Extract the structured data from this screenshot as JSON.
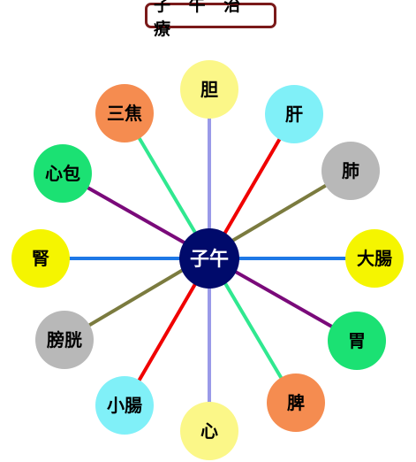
{
  "title": "子 午 治 療",
  "center": {
    "label": "子午",
    "color": "#000a6b"
  },
  "nodes": [
    {
      "id": "top",
      "label": "胆",
      "color": "#fbf788"
    },
    {
      "id": "top-right",
      "label": "肝",
      "color": "#80f0f8"
    },
    {
      "id": "right-upper",
      "label": "肺",
      "color": "#b8b8b8"
    },
    {
      "id": "right",
      "label": "大腸",
      "color": "#f5f500"
    },
    {
      "id": "right-lower",
      "label": "胃",
      "color": "#1be173"
    },
    {
      "id": "bottom-right",
      "label": "脾",
      "color": "#f58c50"
    },
    {
      "id": "bottom",
      "label": "心",
      "color": "#fbf788"
    },
    {
      "id": "bottom-left",
      "label": "小腸",
      "color": "#80f0f8"
    },
    {
      "id": "left-lower",
      "label": "膀胱",
      "color": "#b8b8b8"
    },
    {
      "id": "left",
      "label": "腎",
      "color": "#f5f500"
    },
    {
      "id": "left-upper",
      "label": "心包",
      "color": "#1be173"
    },
    {
      "id": "top-left",
      "label": "三焦",
      "color": "#f58c50"
    }
  ],
  "links": [
    {
      "from": "top",
      "to": "bottom",
      "color": "#9a9ae8"
    },
    {
      "from": "top-right",
      "to": "bottom-left",
      "color": "#f00000"
    },
    {
      "from": "right-upper",
      "to": "left-lower",
      "color": "#7b7b3f"
    },
    {
      "from": "right",
      "to": "left",
      "color": "#1e78e6"
    },
    {
      "from": "right-lower",
      "to": "left-upper",
      "color": "#7a0a7a"
    },
    {
      "from": "bottom-right",
      "to": "top-left",
      "color": "#30e890"
    }
  ]
}
